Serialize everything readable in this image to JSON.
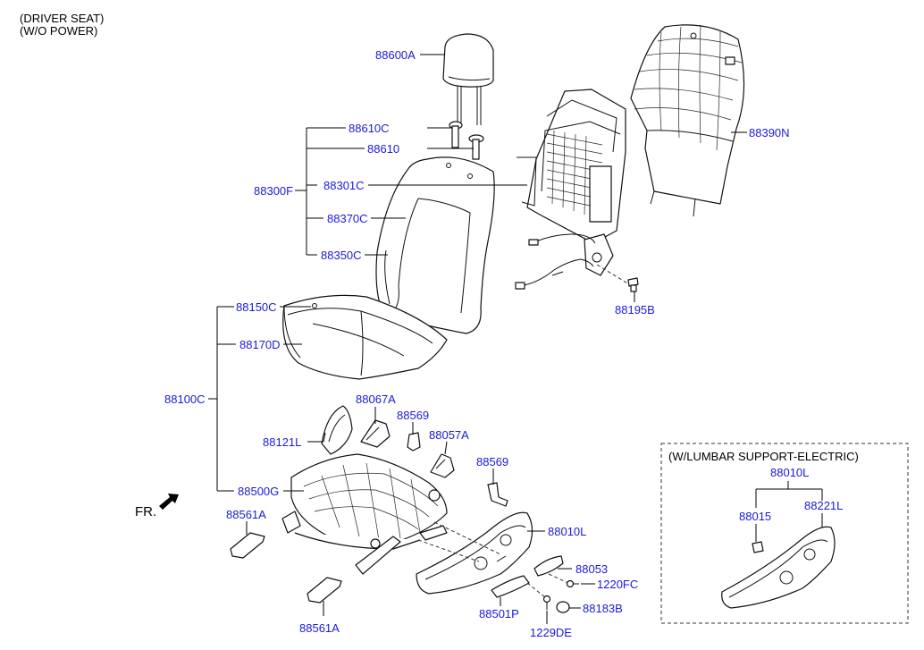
{
  "header": {
    "line1": "(DRIVER SEAT)",
    "line2": "(W/O POWER)"
  },
  "front_indicator": "FR.",
  "inset": {
    "title": "(W/LUMBAR SUPPORT-ELECTRIC)"
  },
  "parts": {
    "p88600A": "88600A",
    "p88610C": "88610C",
    "p88610": "88610",
    "p88300F": "88300F",
    "p88301C": "88301C",
    "p88370C": "88370C",
    "p88350C": "88350C",
    "p88390N": "88390N",
    "p88195B": "88195B",
    "p88150C": "88150C",
    "p88170D": "88170D",
    "p88100C": "88100C",
    "p88067A": "88067A",
    "p88121L": "88121L",
    "p88569a": "88569",
    "p88057A": "88057A",
    "p88569b": "88569",
    "p88500G": "88500G",
    "p88561Aa": "88561A",
    "p88561Ab": "88561A",
    "p88010L": "88010L",
    "p88053": "88053",
    "p1220FC": "1220FC",
    "p88501P": "88501P",
    "p88183B": "88183B",
    "p1229DE": "1229DE",
    "p88010Lb": "88010L",
    "p88015": "88015",
    "p88221L": "88221L"
  }
}
